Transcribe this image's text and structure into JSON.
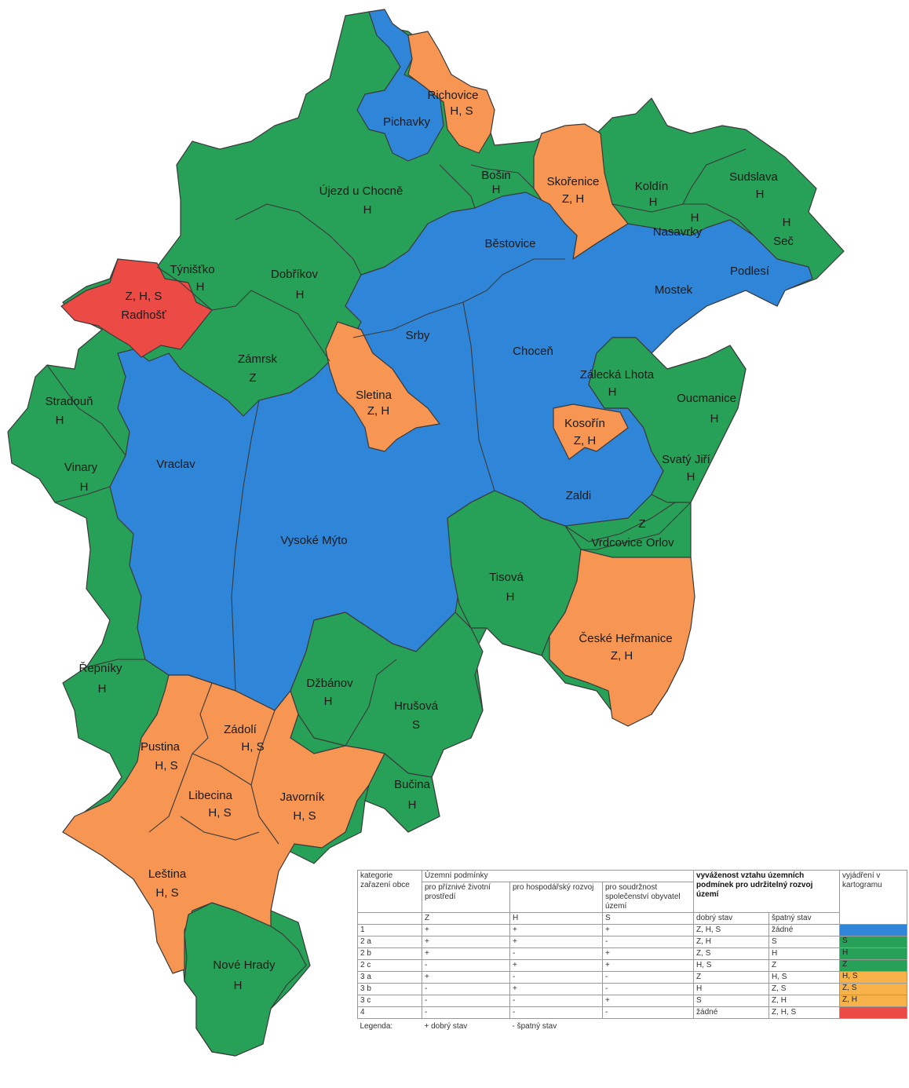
{
  "colors": {
    "blue": "#2f86d8",
    "green": "#27a157",
    "orange": "#f79552",
    "red": "#ec4b45",
    "legend_yellow": "#f7b34a"
  },
  "map": {
    "labels": {
      "rychnov_small": "Richovice",
      "rychnov_small_sub": "H, S",
      "plivinky": "Pichavky",
      "bosin": "Bošin",
      "bosin_sub": "H",
      "skorenice": "Skořenice",
      "skorenice_sub": "Z, H",
      "koldin": "Koldín",
      "koldin_sub": "H",
      "sudslava": "Sudslava",
      "sudslava_sub": "H",
      "nasavrky_h": "H",
      "nasavrky": "Nasavrky",
      "sec_h": "H",
      "sec": "Seč",
      "ujezd": "Újezd u Chocně",
      "ujezd_sub": "H",
      "bestovice": "Běstovice",
      "podlesi": "Podlesí",
      "mostek": "Mostek",
      "tynistko": "Týnišťko",
      "tynistko_sub": "H",
      "radhost_sub": "Z, H, S",
      "radhost": "Radhošť",
      "dobrikov": "Dobříkov",
      "dobrikov_sub": "H",
      "srby": "Srby",
      "chocen": "Choceň",
      "zamrsk": "Zámrsk",
      "zamrsk_sub": "Z",
      "sletina": "Sletina",
      "sletina_sub": "Z, H",
      "zalecka": "Zálecká Lhota",
      "zalecka_sub": "H",
      "oucmanice": "Oucmanice",
      "oucmanice_sub": "H",
      "stradoun": "Stradouň",
      "stradoun_sub": "H",
      "kosorin": "Kosořín",
      "kosorin_sub": "Z, H",
      "vinary": "Vinary",
      "vinary_sub": "H",
      "vraclav": "Vraclav",
      "svaty_jiri": "Svatý Jiří",
      "svaty_jiri_sub": "H",
      "zadni": "Zaldi",
      "orel_z": "Z",
      "orel": "Vrdcovice Orlov",
      "vysoke_myto": "Vysoké Mýto",
      "tisova": "Tisová",
      "tisova_sub": "H",
      "ceske": "České Heřmanice",
      "ceske_sub": "Z, H",
      "repniky": "Řepníky",
      "repniky_sub": "H",
      "dzbanov": "Džbánov",
      "dzbanov_sub": "H",
      "hrusova": "Hrušová",
      "hrusova_sub": "S",
      "zadoli": "Zádolí",
      "zadoli_sub": "H, S",
      "pustina": "Pustina",
      "pustina_sub": "H, S",
      "libecina": "Libecina",
      "libecina_sub": "H, S",
      "javornik": "Javorník",
      "javornik_sub": "H, S",
      "bucina": "Bučina",
      "bucina_sub": "H",
      "lestina": "Leština",
      "lestina_sub": "H, S",
      "nove_hrady": "Nové Hrady",
      "nove_hrady_sub": "H"
    }
  },
  "legend": {
    "h_kategorie": "kategorie zařazení obce",
    "h_uzemni": "Územní podmínky",
    "h_vyvazenost": "vyváženost vztahu územních podmínek pro udržitelný rozvoj území",
    "h_vyjadreni": "vyjádření v kartogramu",
    "h_pro_zivotni": "pro příznivé životní prostředí",
    "h_pro_hosp": "pro hospodářský rozvoj",
    "h_pro_soudr": "pro soudržnost společenství obyvatel území",
    "col_z": "Z",
    "col_h": "H",
    "col_s": "S",
    "dobry_stav": "dobrý stav",
    "spatny_stav": "špatný stav",
    "rows": [
      {
        "cat": "1",
        "z": "+",
        "h": "+",
        "s": "+",
        "dobry": "Z, H, S",
        "spatny": "žádné",
        "label": ""
      },
      {
        "cat": "2 a",
        "z": "+",
        "h": "+",
        "s": "-",
        "dobry": "Z, H",
        "spatny": "S",
        "label": "S"
      },
      {
        "cat": "2 b",
        "z": "+",
        "h": "-",
        "s": "+",
        "dobry": "Z, S",
        "spatny": "H",
        "label": "H"
      },
      {
        "cat": "2 c",
        "z": "-",
        "h": "+",
        "s": "+",
        "dobry": "H, S",
        "spatny": "Z",
        "label": "Z"
      },
      {
        "cat": "3 a",
        "z": "+",
        "h": "-",
        "s": "-",
        "dobry": "Z",
        "spatny": "H, S",
        "label": "H, S"
      },
      {
        "cat": "3 b",
        "z": "-",
        "h": "+",
        "s": "-",
        "dobry": "H",
        "spatny": "Z, S",
        "label": "Z, S"
      },
      {
        "cat": "3 c",
        "z": "-",
        "h": "-",
        "s": "+",
        "dobry": "S",
        "spatny": "Z, H",
        "label": "Z, H"
      },
      {
        "cat": "4",
        "z": "-",
        "h": "-",
        "s": "-",
        "dobry": "žádné",
        "spatny": "Z, H, S",
        "label": ""
      }
    ],
    "legenda": "Legenda:",
    "plus_text": "+ dobrý stav",
    "minus_text": "- špatný stav"
  }
}
